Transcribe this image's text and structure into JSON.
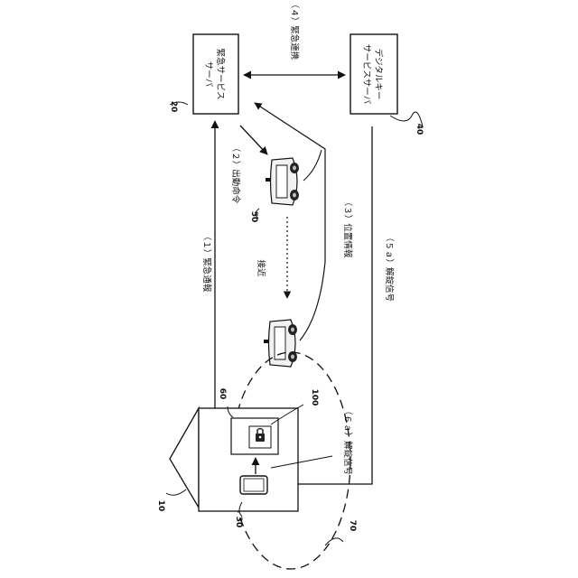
{
  "boxes": {
    "emergency_server": {
      "line1": "緊急サービス",
      "line2": "サーバ",
      "ref": "20"
    },
    "digital_key_server": {
      "line1": "デジタルキー",
      "line2": "サービスサーバ",
      "ref": "40"
    }
  },
  "arrows": {
    "step1": "（１）緊急通報",
    "step2": "（２）出動命令",
    "step3": "（３）位置情報",
    "step4": "（４）緊急連携",
    "step5a": "（５ａ）解錠信号",
    "step6a": "（６ａ）解錠信号",
    "approach": "接近"
  },
  "refs": {
    "vehicle": "50",
    "house": "10",
    "smartphone": "30",
    "door_area": "60",
    "lock": "100",
    "range": "70"
  },
  "colors": {
    "line": "#111111",
    "background": "#ffffff",
    "car_body": "#f2f2f2",
    "wheel": "#222222"
  }
}
